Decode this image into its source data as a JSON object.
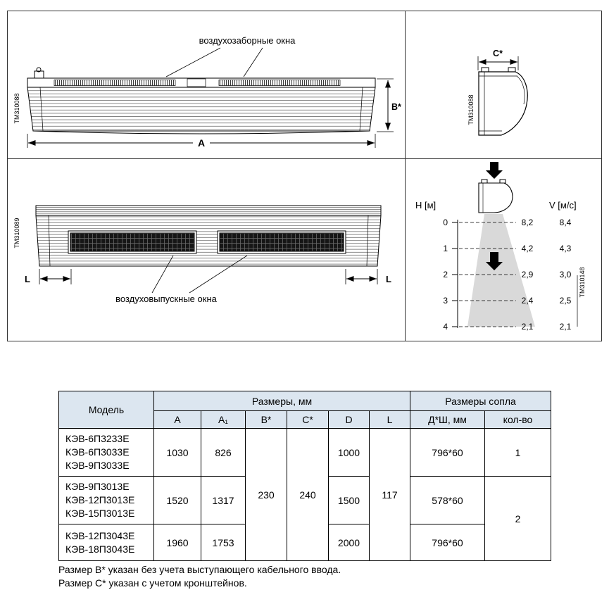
{
  "colors": {
    "table_header_bg": "#dce6f0",
    "airflow_cone": "#d9d9d9",
    "grille_dark": "#161616"
  },
  "figure": {
    "front_top": {
      "code": "TM310088",
      "intake_label": "воздухозаборные окна",
      "dim_a": "A",
      "dim_b": "B*"
    },
    "side": {
      "code": "TM310088",
      "dim_c": "C*"
    },
    "front_bottom": {
      "code": "TM310089",
      "outlet_label": "воздуховыпускные окна",
      "dim_l": "L"
    },
    "airflow": {
      "code": "TM310148",
      "h_axis_label": "H [м]",
      "v_axis_label": "V [м/с]",
      "h_ticks": [
        "0",
        "1",
        "2",
        "3",
        "4"
      ],
      "v_values_mid": [
        "8,2",
        "4,2",
        "2,9",
        "2,4",
        "2,1"
      ],
      "v_values_right": [
        "8,4",
        "4,3",
        "3,0",
        "2,5",
        "2,1"
      ]
    }
  },
  "table": {
    "header": {
      "model": "Модель",
      "sizes_group": "Размеры, мм",
      "nozzle_group": "Размеры сопла",
      "size_cols": [
        "A",
        "A₁",
        "B*",
        "C*",
        "D",
        "L"
      ],
      "nozzle_cols": [
        "Д*Ш, мм",
        "кол-во"
      ]
    },
    "shared": {
      "b": "230",
      "c": "240",
      "l": "117",
      "qty_23": "2"
    },
    "rows": [
      {
        "models": [
          "КЭВ-6П3233Е",
          "КЭВ-6П3033Е",
          "КЭВ-9П3033Е"
        ],
        "a": "1030",
        "a1": "826",
        "d": "1000",
        "nozzle": "796*60",
        "qty": "1"
      },
      {
        "models": [
          "КЭВ-9П3013Е",
          "КЭВ-12П3013Е",
          "КЭВ-15П3013Е"
        ],
        "a": "1520",
        "a1": "1317",
        "d": "1500",
        "nozzle": "578*60"
      },
      {
        "models": [
          "КЭВ-12П3043Е",
          "КЭВ-18П3043Е"
        ],
        "a": "1960",
        "a1": "1753",
        "d": "2000",
        "nozzle": "796*60"
      }
    ]
  },
  "notes": [
    "Размер B* указан без учета выступающего кабельного ввода.",
    "Размер C* указан с учетом кронштейнов."
  ]
}
